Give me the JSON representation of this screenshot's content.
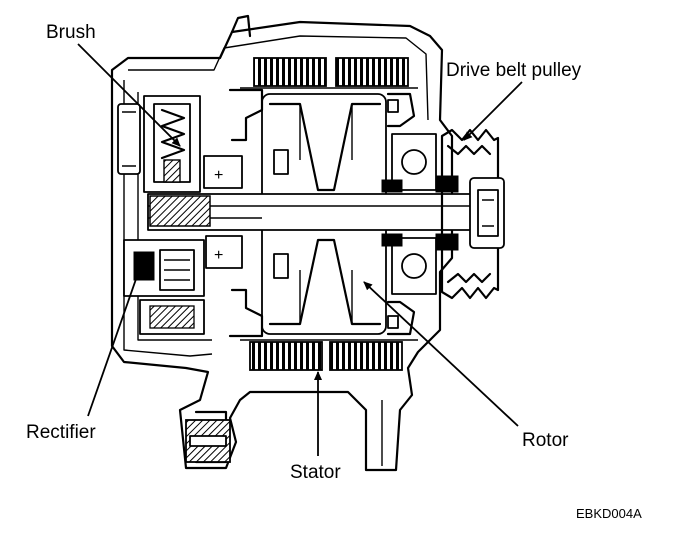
{
  "diagram": {
    "labels": {
      "brush": "Brush",
      "drive_belt_pulley": "Drive belt pulley",
      "rectifier": "Rectifier",
      "stator": "Stator",
      "rotor": "Rotor"
    },
    "figure_code": "EBKD004A"
  }
}
